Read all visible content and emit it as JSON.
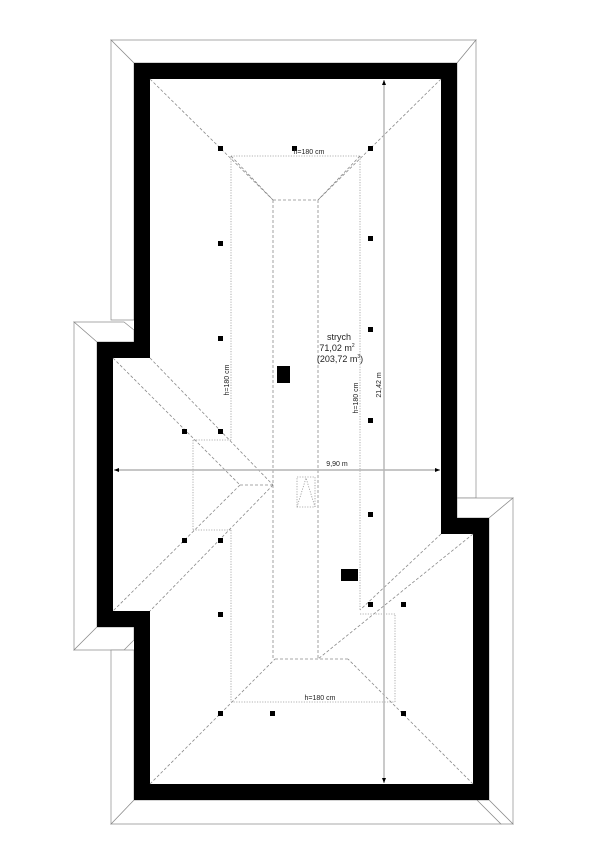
{
  "plan": {
    "type": "attic floor plan",
    "room": {
      "name": "strych",
      "area": "71,02 m",
      "area_sup": "2",
      "volume": "(203,72 m",
      "volume_sup": "3",
      "volume_close": ")"
    },
    "dimensions": {
      "width": "9,90 m",
      "length": "21,42 m"
    },
    "height_lines": {
      "top": "h=180 cm",
      "bottom": "h=180 cm",
      "left": "h=180 cm",
      "right": "h=180 cm"
    },
    "colors": {
      "wall": "#000000",
      "dashed_lines": "#8a8a8a",
      "dimension_lines": "#b4b4b4",
      "eave_hatch": "#c9c9c9",
      "background": "#ffffff"
    }
  }
}
